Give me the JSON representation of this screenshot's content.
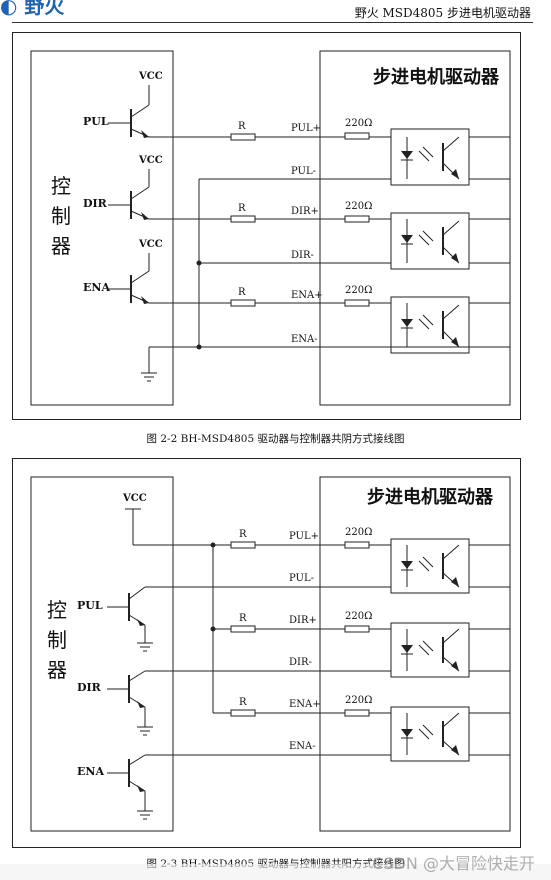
{
  "header": {
    "logo_text": "野火",
    "doc_title": "野火 MSD4805 步进电机驱动器"
  },
  "figure1": {
    "controller_label": [
      "控",
      "制",
      "器"
    ],
    "driver_title": "步进电机驱动器",
    "signals": [
      "PUL",
      "DIR",
      "ENA"
    ],
    "vcc_label": "VCC",
    "resistor_label": "R",
    "resistor_value": "220Ω",
    "terminals": [
      "PUL+",
      "PUL-",
      "DIR+",
      "DIR-",
      "ENA+",
      "ENA-"
    ],
    "caption": "图 2-2 BH-MSD4805 驱动器与控制器共阴方式接线图"
  },
  "figure2": {
    "controller_label": [
      "控",
      "制",
      "器"
    ],
    "driver_title": "步进电机驱动器",
    "signals": [
      "PUL",
      "DIR",
      "ENA"
    ],
    "vcc_label": "VCC",
    "resistor_label": "R",
    "resistor_value": "220Ω",
    "terminals": [
      "PUL+",
      "PUL-",
      "DIR+",
      "DIR-",
      "ENA+",
      "ENA-"
    ],
    "caption": "图 2-3 BH-MSD4805 驱动器与控制器共阳方式接线图"
  },
  "watermark": "CSDN @大冒险快走开"
}
